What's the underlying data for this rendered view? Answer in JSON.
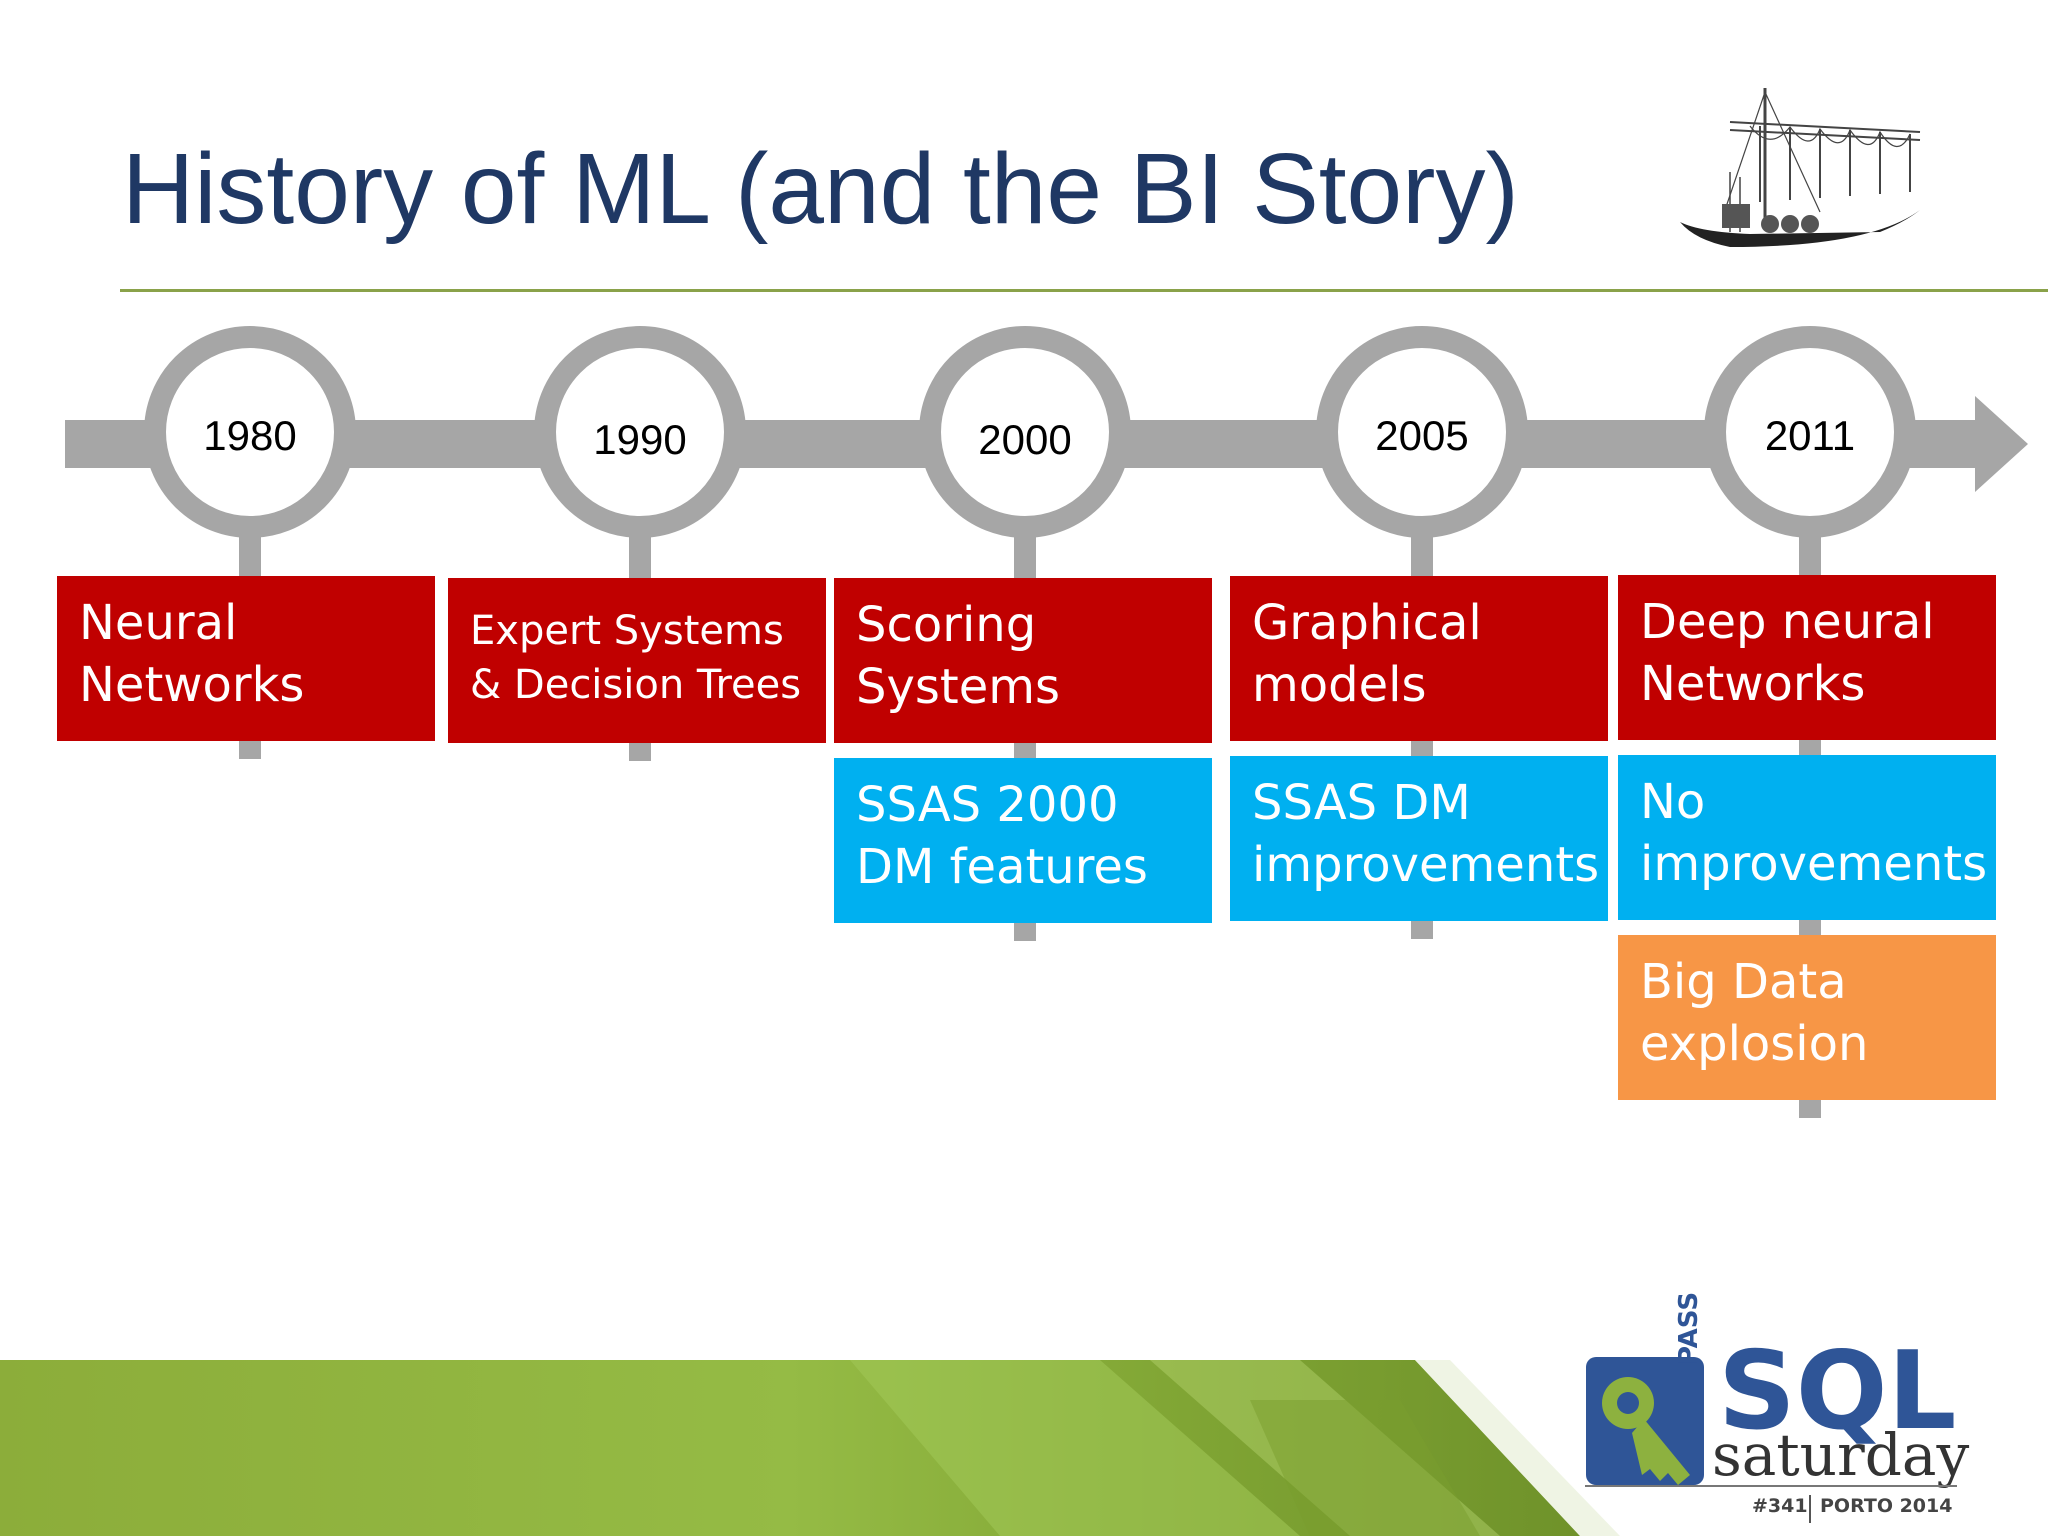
{
  "slide": {
    "title": "History of ML (and the BI Story)",
    "colors": {
      "title": "#1f3864",
      "rule": "#8aa24a",
      "arrow": "#a6a6a6",
      "ml_box": "#c00000",
      "bi_box": "#00b0f0",
      "bigdata_box": "#f79646",
      "footer": "#8db13f"
    }
  },
  "timeline": [
    {
      "year": "1980",
      "boxes": [
        {
          "text": "Neural\nNetworks",
          "kind": "red"
        }
      ]
    },
    {
      "year": "1990",
      "boxes": [
        {
          "text": "Expert Systems\n& Decision Trees",
          "kind": "red"
        }
      ]
    },
    {
      "year": "2000",
      "boxes": [
        {
          "text": "Scoring\nSystems",
          "kind": "red"
        },
        {
          "text": "SSAS 2000\nDM features",
          "kind": "blue"
        }
      ]
    },
    {
      "year": "2005",
      "boxes": [
        {
          "text": "Graphical\nmodels",
          "kind": "red"
        },
        {
          "text": "SSAS DM\nimprovements",
          "kind": "blue"
        }
      ]
    },
    {
      "year": "2011",
      "boxes": [
        {
          "text": "Deep neural\nNetworks",
          "kind": "red"
        },
        {
          "text": "No\nimprovements",
          "kind": "blue"
        },
        {
          "text": "Big Data\nexplosion",
          "kind": "orange"
        }
      ]
    }
  ],
  "logos": {
    "top_right": "boat-bridge-sketch-icon",
    "sql_saturday": {
      "pass": "PASS",
      "sql": "SQL",
      "saturday": "saturday",
      "event_number": "#341",
      "event_place": "PORTO 2014"
    }
  }
}
